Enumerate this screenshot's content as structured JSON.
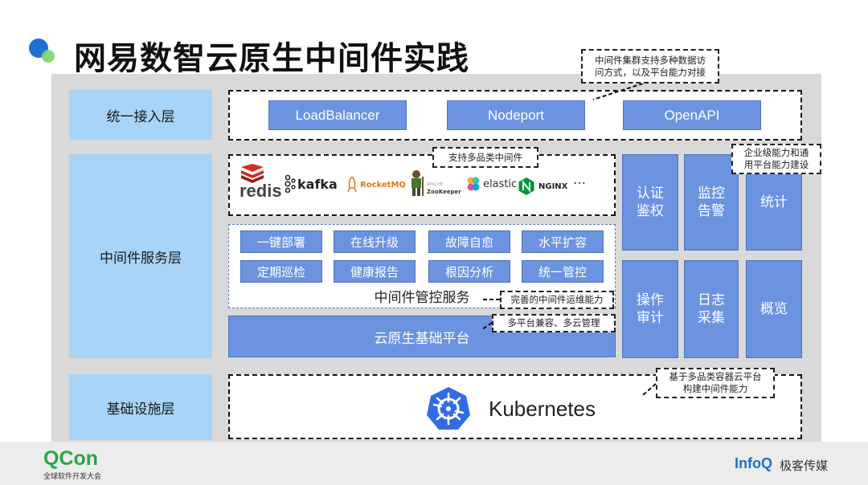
{
  "title": "网易数智云原生中间件实践",
  "layers": {
    "access": "统一接入层",
    "middleware": "中间件服务层",
    "infra": "基础设施层"
  },
  "access_buttons": [
    "LoadBalancer",
    "Nodeport",
    "OpenAPI"
  ],
  "logos": {
    "redis": "redis",
    "kafka": "kafka",
    "rocketmq": "RocketMQ",
    "zookeeper": "ZooKeeper",
    "zookeeper_small": "APACHE",
    "elastic": "elastic",
    "nginx": "NGINX",
    "more": "…"
  },
  "mgmt_services": [
    "一键部署",
    "在线升级",
    "故障自愈",
    "水平扩容",
    "定期巡检",
    "健康报告",
    "根因分析",
    "统一管控"
  ],
  "mgmt_title": "中间件管控服务",
  "platform_title": "云原生基础平台",
  "side_tiles": [
    "认证\n鉴权",
    "监控\n告警",
    "统计",
    "操作\n审计",
    "日志\n采集",
    "概览"
  ],
  "kubernetes": "Kubernetes",
  "notes": {
    "access": "中间件集群支持多种数据访\n问方式，以及平台能力对接",
    "categories": "支持多品类中间件",
    "enterprise": "企业级能力和通\n用平台能力建设",
    "ops": "完善的中间件运维能力",
    "multicloud": "多平台兼容、多云管理",
    "k8s": "基于多品类容器云平台\n构建中间件能力"
  },
  "footer": {
    "qcon": "QCon",
    "qcon_sub": "全球软件开发大会",
    "infoq": "InfoQ",
    "media": "极客传媒"
  },
  "colors": {
    "label_bg": "#a7d4f7",
    "tile_blue": "#6b93e0",
    "panel_gray": "#d9d9d9",
    "qcon_green": "#27a844",
    "infoq_blue": "#1f6fd1"
  }
}
